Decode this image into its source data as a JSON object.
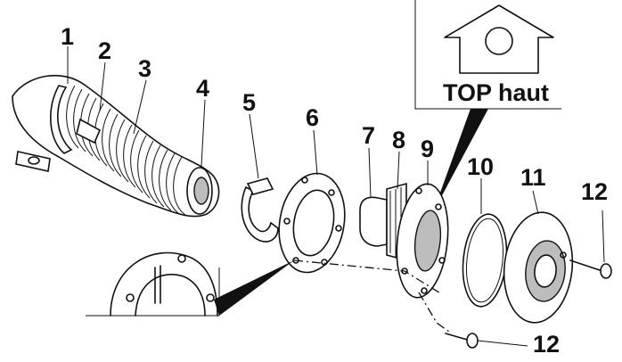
{
  "top_label": "TOP haut",
  "callouts": {
    "c1": "1",
    "c2": "2",
    "c3": "3",
    "c4": "4",
    "c5": "5",
    "c6": "6",
    "c7": "7",
    "c8": "8",
    "c9": "9",
    "c10": "10",
    "c11": "11",
    "c12a": "12",
    "c12b": "12"
  }
}
